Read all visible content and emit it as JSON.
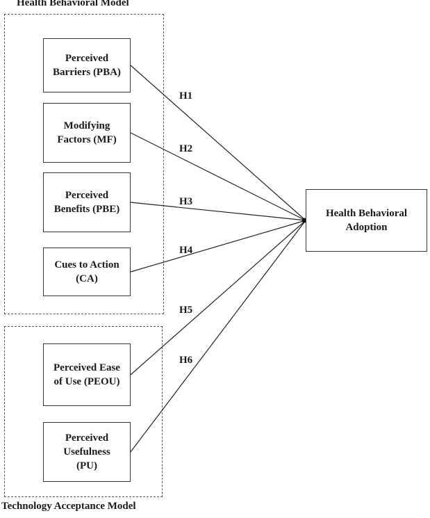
{
  "groups": {
    "hbm": {
      "title": "Health Behavioral Model"
    },
    "tam": {
      "title": "Technology Acceptance Model"
    }
  },
  "nodes": {
    "pba": {
      "label": "Perceived\nBarriers (PBA)"
    },
    "mf": {
      "label": "Modifying\nFactors (MF)"
    },
    "pbe": {
      "label": "Perceived\nBenefits (PBE)"
    },
    "ca": {
      "label": "Cues to Action\n(CA)"
    },
    "peou": {
      "label": "Perceived Ease\nof Use (PEOU)"
    },
    "pu": {
      "label": "Perceived\nUsefulness\n(PU)"
    },
    "hba": {
      "label": "Health Behavioral\nAdoption"
    }
  },
  "edges": [
    {
      "id": "h1",
      "from": "pba",
      "to": "hba",
      "label": "H1"
    },
    {
      "id": "h2",
      "from": "mf",
      "to": "hba",
      "label": "H2"
    },
    {
      "id": "h3",
      "from": "pbe",
      "to": "hba",
      "label": "H3"
    },
    {
      "id": "h4",
      "from": "ca",
      "to": "hba",
      "label": "H4"
    },
    {
      "id": "h5",
      "from": "peou",
      "to": "hba",
      "label": "H5"
    },
    {
      "id": "h6",
      "from": "pu",
      "to": "hba",
      "label": "H6"
    }
  ]
}
